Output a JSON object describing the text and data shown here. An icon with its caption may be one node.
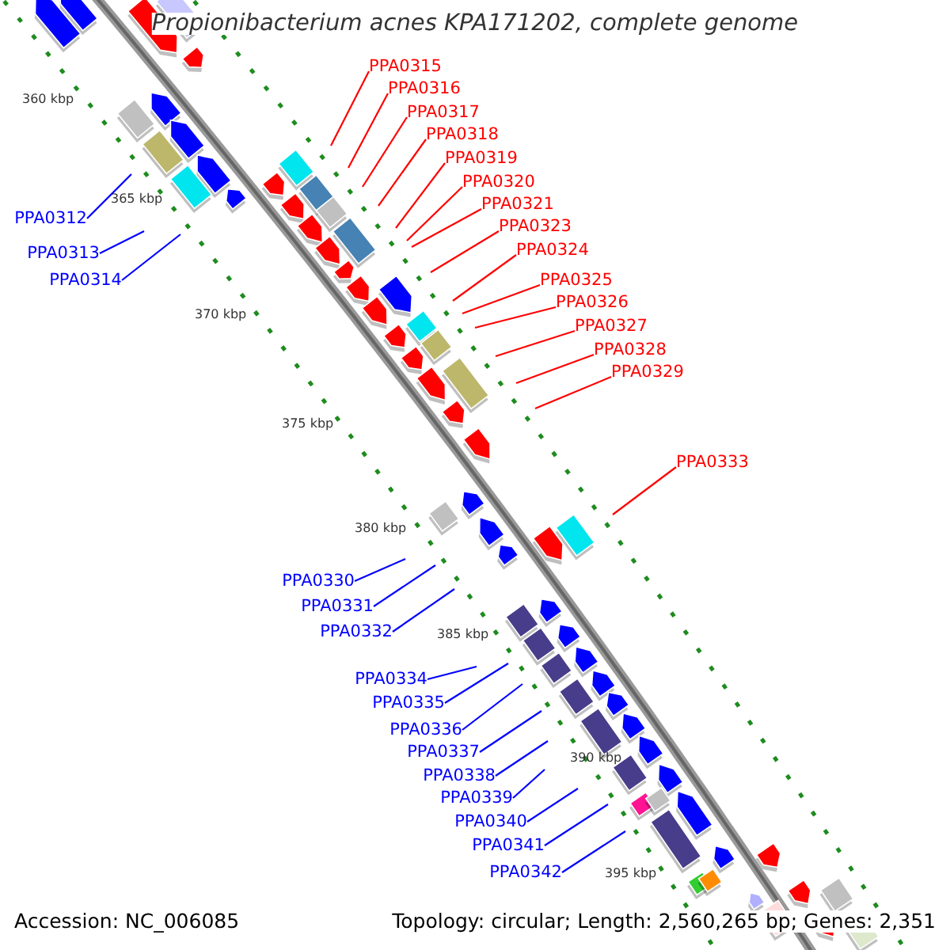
{
  "diagram": {
    "title": "Propionibacterium acnes KPA171202, complete genome",
    "nodes": [
      {
        "text": [
          "PPA0312"
        ]
      },
      {
        "text": [
          "PPA0313"
        ]
      },
      {
        "text": [
          "PPA0314"
        ]
      },
      {
        "text": [
          "PPA0315"
        ]
      },
      {
        "text": [
          "PPA0316"
        ]
      },
      {
        "text": [
          "PPA0317"
        ]
      },
      {
        "text": [
          "PPA0318"
        ]
      },
      {
        "text": [
          "PPA0319"
        ]
      },
      {
        "text": [
          "PPA0320"
        ]
      },
      {
        "text": [
          "PPA0321"
        ]
      },
      {
        "text": [
          "PPA0323"
        ]
      },
      {
        "text": [
          "PPA0324"
        ]
      },
      {
        "text": [
          "PPA0325"
        ]
      },
      {
        "text": [
          "PPA0326"
        ]
      },
      {
        "text": [
          "PPA0327"
        ]
      },
      {
        "text": [
          "PPA0328"
        ]
      },
      {
        "text": [
          "PPA0329"
        ]
      },
      {
        "text": [
          "PPA0330"
        ]
      },
      {
        "text": [
          "PPA0331"
        ]
      },
      {
        "text": [
          "PPA0332"
        ]
      },
      {
        "text": [
          "PPA0333"
        ]
      },
      {
        "text": [
          "PPA0334"
        ]
      },
      {
        "text": [
          "PPA0335"
        ]
      },
      {
        "text": [
          "PPA0336"
        ]
      },
      {
        "text": [
          "PPA0337"
        ]
      },
      {
        "text": [
          "PPA0338"
        ]
      },
      {
        "text": [
          "PPA0339"
        ]
      },
      {
        "text": [
          "PPA0340"
        ]
      },
      {
        "text": [
          "PPA0341"
        ]
      },
      {
        "text": [
          "PPA0342"
        ]
      }
    ],
    "edges": [
      {
        "from": 0,
        "to": null,
        "arrow": "none"
      },
      {
        "from": 1,
        "to": null,
        "arrow": "none"
      },
      {
        "from": 2,
        "to": null,
        "arrow": "none"
      },
      {
        "from": 3,
        "to": null,
        "arrow": "none",
        "color": "#ff0000"
      },
      {
        "from": 4,
        "to": null,
        "arrow": "none",
        "color": "#ff0000"
      },
      {
        "from": 5,
        "to": null,
        "arrow": "none",
        "color": "#ff0000"
      },
      {
        "from": 6,
        "to": null,
        "arrow": "none",
        "color": "#ff0000"
      },
      {
        "from": 7,
        "to": null,
        "arrow": "none",
        "color": "#ff0000"
      },
      {
        "from": 8,
        "to": null,
        "arrow": "none",
        "color": "#ff0000"
      },
      {
        "from": 9,
        "to": null,
        "arrow": "none",
        "color": "#ff0000"
      },
      {
        "from": 10,
        "to": null,
        "arrow": "none",
        "color": "#ff0000"
      },
      {
        "from": 11,
        "to": null,
        "arrow": "none",
        "color": "#ff0000"
      },
      {
        "from": 12,
        "to": null,
        "arrow": "none",
        "color": "#ff0000"
      },
      {
        "from": 13,
        "to": null,
        "arrow": "none",
        "color": "#ff0000"
      },
      {
        "from": 14,
        "to": null,
        "arrow": "none",
        "color": "#ff0000"
      },
      {
        "from": 15,
        "to": null,
        "arrow": "none",
        "color": "#ff0000"
      },
      {
        "from": 16,
        "to": null,
        "arrow": "none",
        "color": "#ff0000"
      },
      {
        "from": 17,
        "to": null,
        "arrow": "none"
      },
      {
        "from": 18,
        "to": null,
        "arrow": "none"
      },
      {
        "from": 19,
        "to": null,
        "arrow": "none"
      },
      {
        "from": 20,
        "to": null,
        "arrow": "none",
        "color": "#ff0000"
      },
      {
        "from": 21,
        "to": null,
        "arrow": "none"
      },
      {
        "from": 22,
        "to": null,
        "arrow": "none"
      },
      {
        "from": 23,
        "to": null,
        "arrow": "none"
      },
      {
        "from": 24,
        "to": null,
        "arrow": "none"
      },
      {
        "from": 25,
        "to": null,
        "arrow": "none"
      },
      {
        "from": 26,
        "to": null,
        "arrow": "none"
      },
      {
        "from": 27,
        "to": null,
        "arrow": "none"
      },
      {
        "from": 28,
        "to": null,
        "arrow": "none"
      },
      {
        "from": 29,
        "to": null,
        "arrow": "none"
      }
    ],
    "labels": [
      "360 kbp",
      "365 kbp",
      "370 kbp",
      "375 kbp",
      "380 kbp",
      "385 kbp",
      "390 kbp",
      "395 kbp",
      "Accession: NC_006085",
      "Topology: circular; Length: 2,560,265 bp; Genes: 2,351"
    ]
  }
}
